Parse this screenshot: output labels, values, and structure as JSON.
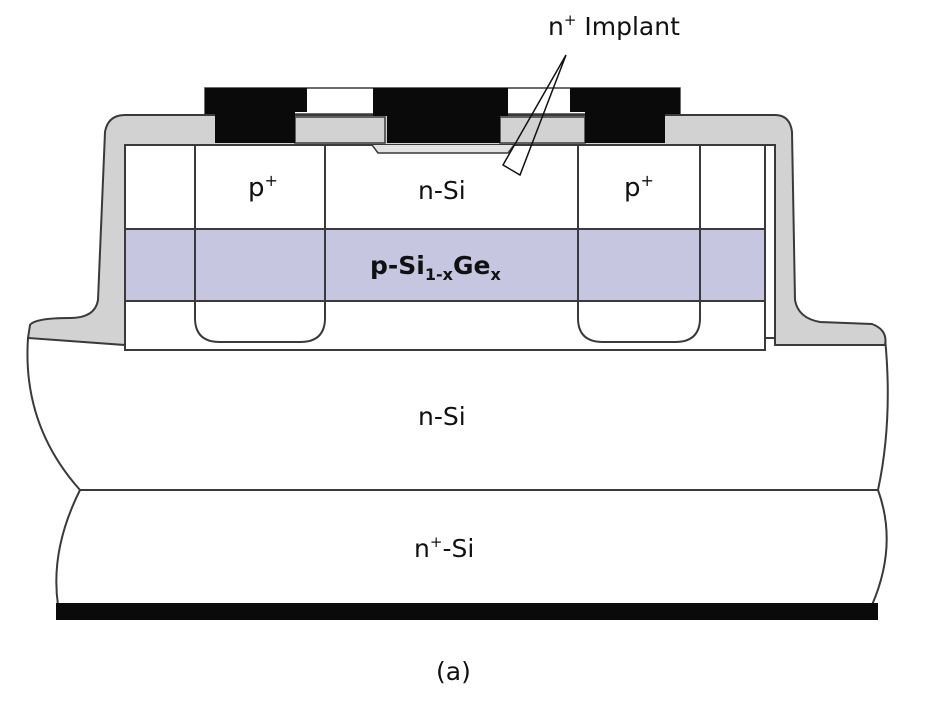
{
  "labels": {
    "implant_prefix": "n",
    "implant_sup": "+",
    "implant_suffix": " Implant",
    "p_plus_left_base": "p",
    "p_plus_left_sup": "+",
    "p_plus_right_base": "p",
    "p_plus_right_sup": "+",
    "n_si_top": "n-Si",
    "sige_prefix": "p-Si",
    "sige_sub1": "1-x",
    "sige_mid": "Ge",
    "sige_sub2": "x",
    "n_si_middle": "n-Si",
    "n_plus_si_base": "n",
    "n_plus_si_sup": "+",
    "n_plus_si_suffix": "-Si",
    "caption": "(a)"
  },
  "colors": {
    "sige_layer": "#c6c6e0",
    "oxide": "#d2d2d2",
    "contact_metal": "#0a0a0a",
    "outline": "#3a3a3a",
    "background": "#ffffff"
  }
}
